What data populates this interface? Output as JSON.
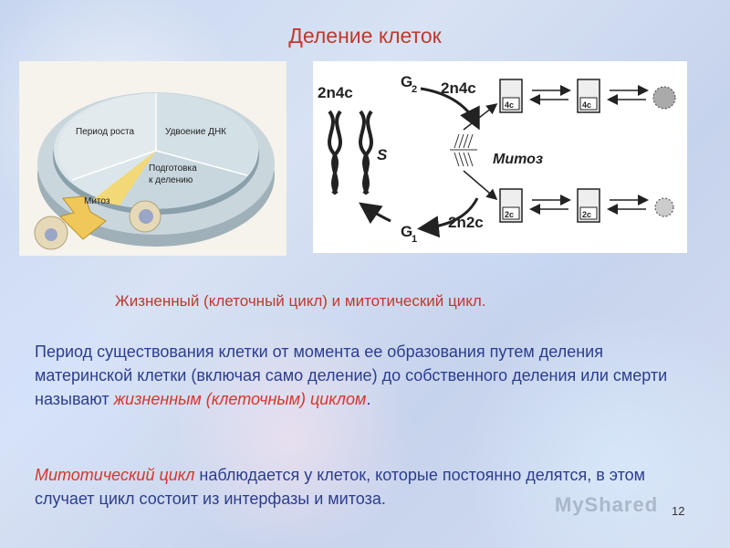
{
  "title": "Деление клеток",
  "pie": {
    "growth": "Период роста",
    "dna": "Удвоение ДНК",
    "prep_line1": "Подготовка",
    "prep_line2": "к делению",
    "mitosis": "Митоз"
  },
  "cycle": {
    "label_2n4c_left": "2n4c",
    "label_g2": "G",
    "label_g2_sub": "2",
    "label_2n4c_right": "2n4c",
    "label_s": "S",
    "label_mitosis": "Митоз",
    "label_2n2c": "2n2c",
    "label_g1": "G",
    "label_g1_sub": "1",
    "box_top_1": "4c",
    "box_top_2": "4c",
    "box_bottom_1": "2c",
    "box_bottom_2": "2c"
  },
  "subtitle": "Жизненный (клеточный цикл) и митотический цикл.",
  "para1": {
    "text1": "Период существования клетки от момента ее образования путем деления материнской клетки (включая само деление) до собственного деления или смерти называют ",
    "highlight": "жизненным (клеточным) циклом",
    "text2": "."
  },
  "para2": {
    "highlight": "Митотический цикл",
    "text": " наблюдается у клеток, которые постоянно делятся, в этом случает цикл состоит из интерфазы и митоза."
  },
  "watermark": "MyShared",
  "page_number": "12"
}
